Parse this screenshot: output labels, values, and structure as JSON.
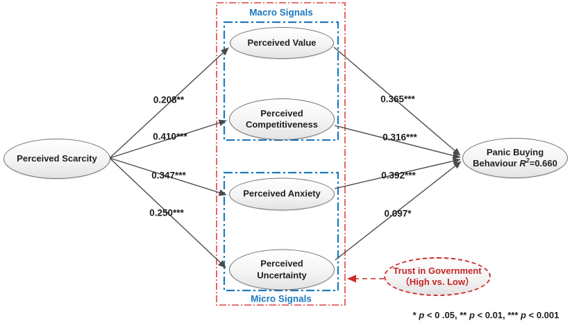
{
  "figure": {
    "type": "path-diagram",
    "description_note": "structural model with standardized path coefficients"
  },
  "colors": {
    "accent_blue": "#1b79c0",
    "accent_red": "#cf2b2b",
    "node_border_gray": "#6f6f6f",
    "arrow_gray": "#4a4a4a",
    "text_black": "#1c1c1c"
  },
  "nodes": {
    "scarcity": {
      "label": "Perceived Scarcity"
    },
    "value": {
      "label": "Perceived Value"
    },
    "competitiveness": {
      "line1": "Perceived",
      "line2": "Competitiveness"
    },
    "anxiety": {
      "label": "Perceived Anxiety"
    },
    "uncertainty": {
      "line1": "Perceived",
      "line2": "Uncertainty"
    },
    "panic": {
      "line1": "Panic Buying",
      "line2_prefix": "Behaviour ",
      "r_symbol": "R",
      "r_superscript": "2",
      "r_value": "=0.660"
    },
    "trust": {
      "line1": "Trust in Government",
      "line2": "（High vs. Low）"
    }
  },
  "groups": {
    "macro_label": "Macro Signals",
    "micro_label": "Micro Signals"
  },
  "paths": [
    {
      "from": "Perceived Scarcity",
      "to": "Perceived Value",
      "coef": "0.208**"
    },
    {
      "from": "Perceived Scarcity",
      "to": "Perceived Competitiveness",
      "coef": "0.410***"
    },
    {
      "from": "Perceived Scarcity",
      "to": "Perceived Anxiety",
      "coef": "0.347***"
    },
    {
      "from": "Perceived Scarcity",
      "to": "Perceived Uncertainty",
      "coef": "0.250***"
    },
    {
      "from": "Perceived Value",
      "to": "Panic Buying Behaviour",
      "coef": "0.365***"
    },
    {
      "from": "Perceived Competitiveness",
      "to": "Panic Buying Behaviour",
      "coef": "0.316***"
    },
    {
      "from": "Perceived Anxiety",
      "to": "Panic Buying Behaviour",
      "coef": "0.392***"
    },
    {
      "from": "Perceived Uncertainty",
      "to": "Panic Buying Behaviour",
      "coef": "0.097*"
    }
  ],
  "footer": {
    "parts": [
      {
        "text": "* "
      },
      {
        "text": "p",
        "italic": true
      },
      {
        "text": " < 0 .05, ** "
      },
      {
        "text": "p",
        "italic": true
      },
      {
        "text": " < 0.01, *** "
      },
      {
        "text": "p",
        "italic": true
      },
      {
        "text": " < 0.001"
      }
    ]
  }
}
